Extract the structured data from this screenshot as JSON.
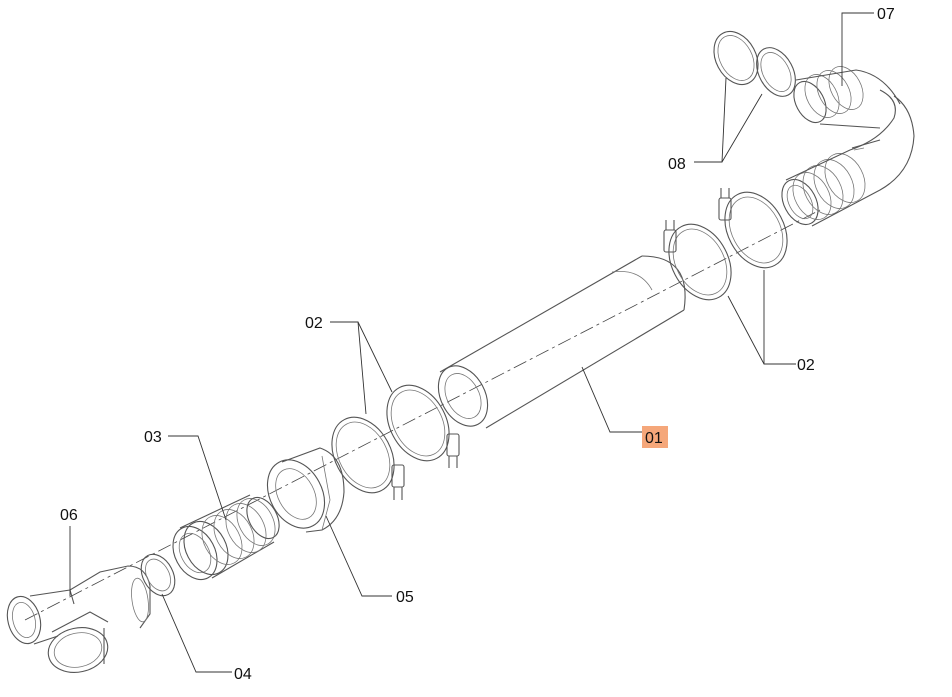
{
  "callouts": {
    "c01": "01",
    "c02a": "02",
    "c02b": "02",
    "c03": "03",
    "c04": "04",
    "c05": "05",
    "c06": "06",
    "c07": "07",
    "c08": "08"
  },
  "colors": {
    "highlight": "#f5a77a",
    "line": "#555555"
  }
}
